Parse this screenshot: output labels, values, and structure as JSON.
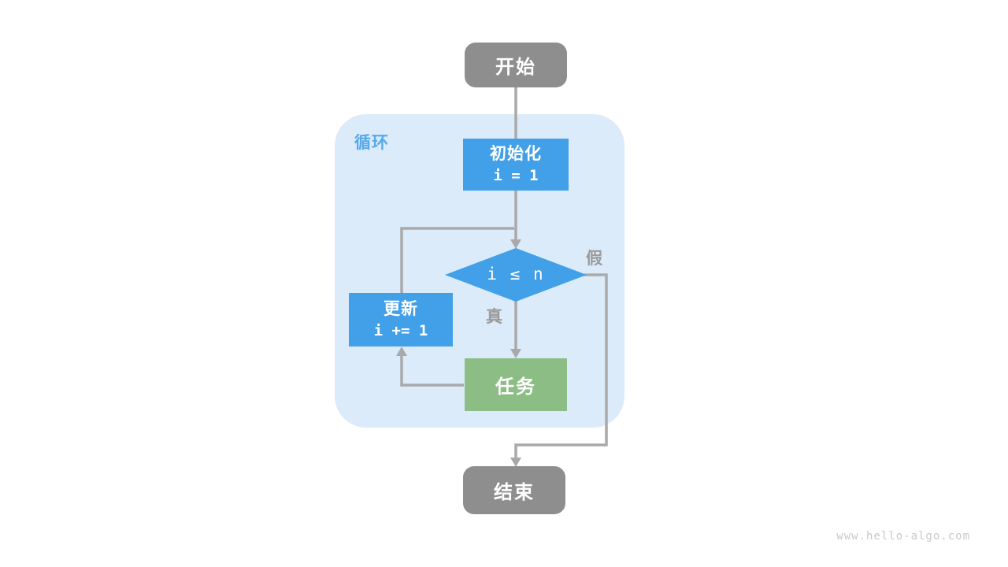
{
  "diagram": {
    "loop": {
      "label": "循环"
    },
    "nodes": {
      "start": {
        "label": "开始"
      },
      "init": {
        "label": "初始化",
        "code": "i = 1"
      },
      "condition": {
        "code": "i ≤ n"
      },
      "update": {
        "label": "更新",
        "code": "i += 1"
      },
      "task": {
        "label": "任务"
      },
      "end": {
        "label": "结束"
      }
    },
    "edge_labels": {
      "true": "真",
      "false": "假"
    },
    "watermark": "www.hello-algo.com",
    "colors": {
      "process_blue": "#42A0E8",
      "task_green": "#8CBD85",
      "terminal_gray": "#8E8E8E",
      "loop_background": "#DCEBFA",
      "loop_label_blue": "#55AAE9",
      "edge_gray": "#A9A9A9",
      "edge_label_gray": "#9B9B9B",
      "watermark_gray": "#C9C9C9"
    }
  }
}
